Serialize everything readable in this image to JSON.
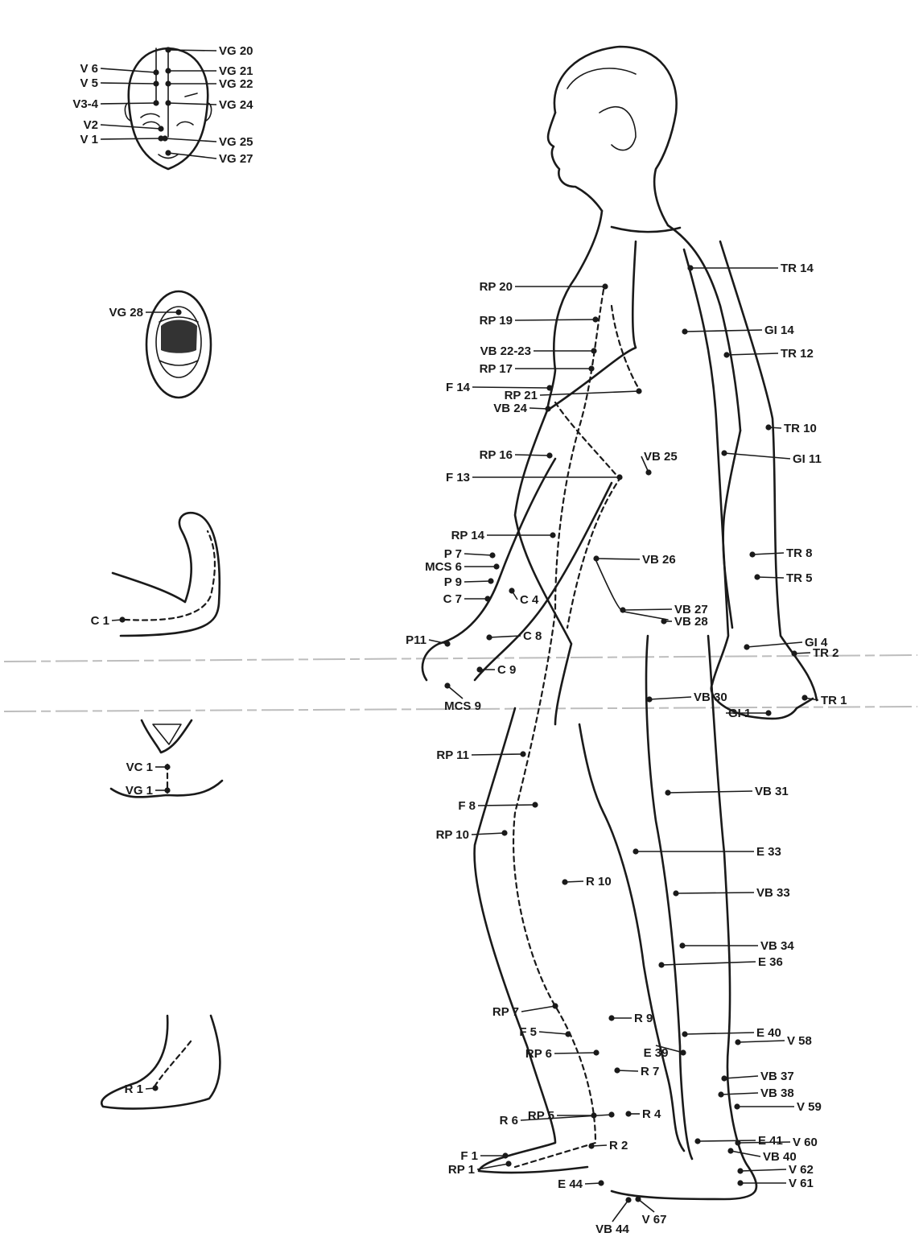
{
  "head_points": [
    {
      "label": "VG 20"
    },
    {
      "label": "VG 21"
    },
    {
      "label": "VG 22"
    },
    {
      "label": "VG 24"
    },
    {
      "label": "VG 25"
    },
    {
      "label": "VG 27"
    },
    {
      "label": "V 6"
    },
    {
      "label": "V 5"
    },
    {
      "label": "V3-4"
    },
    {
      "label": "V2"
    },
    {
      "label": "V 1"
    }
  ],
  "mouth_points": [
    {
      "label": "VG 28"
    }
  ],
  "arm_points": [
    {
      "label": "C 1"
    }
  ],
  "perineum_points": [
    {
      "label": "VC 1"
    },
    {
      "label": "VG 1"
    }
  ],
  "foot_points": [
    {
      "label": "R 1"
    }
  ],
  "body_left_labels": [
    {
      "label": "RP 20"
    },
    {
      "label": "RP 19"
    },
    {
      "label": "VB 22-23"
    },
    {
      "label": "RP 17"
    },
    {
      "label": "F 14"
    },
    {
      "label": "RP 21"
    },
    {
      "label": "VB 24"
    },
    {
      "label": "RP 16"
    },
    {
      "label": "F 13"
    },
    {
      "label": "RP 14"
    },
    {
      "label": "P 7"
    },
    {
      "label": "MCS 6"
    },
    {
      "label": "P 9"
    },
    {
      "label": "C 7"
    },
    {
      "label": "C 4"
    },
    {
      "label": "P11"
    },
    {
      "label": "C 8"
    },
    {
      "label": "C 9"
    },
    {
      "label": "MCS 9"
    },
    {
      "label": "RP 11"
    },
    {
      "label": "F 8"
    },
    {
      "label": "RP 10"
    },
    {
      "label": "R 10"
    },
    {
      "label": "RP 7"
    },
    {
      "label": "R 9"
    },
    {
      "label": "F 5"
    },
    {
      "label": "RP 6"
    },
    {
      "label": "R 7"
    },
    {
      "label": "E 39"
    },
    {
      "label": "RP 5"
    },
    {
      "label": "R 6"
    },
    {
      "label": "R 4"
    },
    {
      "label": "R 2"
    },
    {
      "label": "F 1"
    },
    {
      "label": "RP 1"
    },
    {
      "label": "E 44"
    },
    {
      "label": "VB 44"
    },
    {
      "label": "V 67"
    }
  ],
  "body_right_labels": [
    {
      "label": "TR 14"
    },
    {
      "label": "GI 14"
    },
    {
      "label": "TR 12"
    },
    {
      "label": "TR 10"
    },
    {
      "label": "VB 25"
    },
    {
      "label": "GI 11"
    },
    {
      "label": "VB 26"
    },
    {
      "label": "TR 8"
    },
    {
      "label": "TR 5"
    },
    {
      "label": "VB 27"
    },
    {
      "label": "VB 28"
    },
    {
      "label": "GI 4"
    },
    {
      "label": "TR 2"
    },
    {
      "label": "VB 30"
    },
    {
      "label": "TR 1"
    },
    {
      "label": "GI 1"
    },
    {
      "label": "VB 31"
    },
    {
      "label": "E 33"
    },
    {
      "label": "VB 33"
    },
    {
      "label": "VB 34"
    },
    {
      "label": "E 36"
    },
    {
      "label": "E 40"
    },
    {
      "label": "V 58"
    },
    {
      "label": "VB 37"
    },
    {
      "label": "VB 38"
    },
    {
      "label": "V 59"
    },
    {
      "label": "E 41"
    },
    {
      "label": "V 60"
    },
    {
      "label": "VB 40"
    },
    {
      "label": "V 62"
    },
    {
      "label": "V 61"
    }
  ]
}
